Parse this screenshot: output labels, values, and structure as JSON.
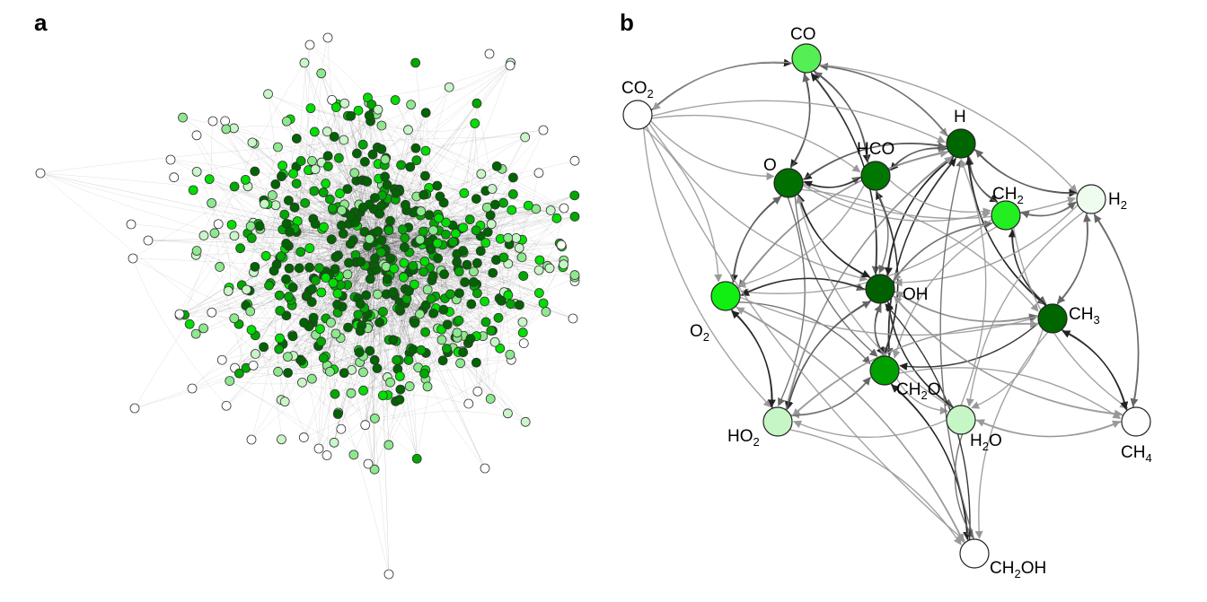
{
  "panels": {
    "a": {
      "label": "a",
      "node_colors": [
        "#ffffff",
        "#c9f5c9",
        "#8ee88e",
        "#00e000",
        "#00a800",
        "#006400"
      ]
    },
    "b": {
      "label": "b",
      "species": [
        {
          "id": "CO",
          "label": "CO",
          "base": "CO",
          "sub": "",
          "tail": "",
          "color": "#55ee55"
        },
        {
          "id": "CO2",
          "label": "CO2",
          "base": "CO",
          "sub": "2",
          "tail": "",
          "color": "#ffffff"
        },
        {
          "id": "H",
          "label": "H",
          "base": "H",
          "sub": "",
          "tail": "",
          "color": "#006600"
        },
        {
          "id": "HCO",
          "label": "HCO",
          "base": "HCO",
          "sub": "",
          "tail": "",
          "color": "#007700"
        },
        {
          "id": "O",
          "label": "O",
          "base": "O",
          "sub": "",
          "tail": "",
          "color": "#007000"
        },
        {
          "id": "CH2",
          "label": "CH2",
          "base": "CH",
          "sub": "2",
          "tail": "",
          "color": "#22ee22"
        },
        {
          "id": "H2",
          "label": "H2",
          "base": "H",
          "sub": "2",
          "tail": "",
          "color": "#eefcee"
        },
        {
          "id": "O2",
          "label": "O2",
          "base": "O",
          "sub": "2",
          "tail": "",
          "color": "#11ee11"
        },
        {
          "id": "OH",
          "label": "OH",
          "base": "OH",
          "sub": "",
          "tail": "",
          "color": "#006000"
        },
        {
          "id": "CH3",
          "label": "CH3",
          "base": "CH",
          "sub": "3",
          "tail": "",
          "color": "#006600"
        },
        {
          "id": "CH2O",
          "label": "CH2O",
          "base": "CH",
          "sub": "2",
          "tail": "O",
          "color": "#00a000"
        },
        {
          "id": "HO2",
          "label": "HO2",
          "base": "HO",
          "sub": "2",
          "tail": "",
          "color": "#c6f5c6"
        },
        {
          "id": "H2O",
          "label": "H2O",
          "base": "H",
          "sub": "2",
          "tail": "O",
          "color": "#c6f5c6"
        },
        {
          "id": "CH4",
          "label": "CH4",
          "base": "CH",
          "sub": "4",
          "tail": "",
          "color": "#ffffff"
        },
        {
          "id": "CH2OH",
          "label": "CH2OH",
          "base": "CH",
          "sub": "2",
          "tail": "OH",
          "color": "#ffffff"
        }
      ]
    }
  }
}
